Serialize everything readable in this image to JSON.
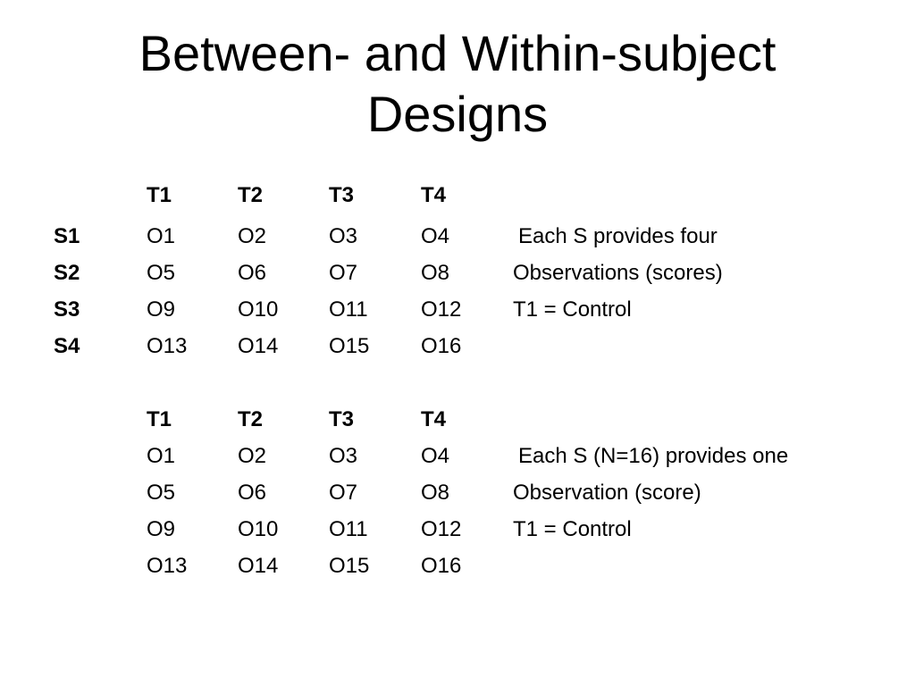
{
  "title": {
    "line1": "Between- and Within-subject",
    "line2": "Designs"
  },
  "within": {
    "headers": [
      "T1",
      "T2",
      "T3",
      "T4"
    ],
    "rows": [
      {
        "subject": "S1",
        "cells": [
          "O1",
          "O2",
          "O3",
          "O4"
        ],
        "note": "Each S provides four"
      },
      {
        "subject": "S2",
        "cells": [
          "O5",
          "O6",
          "O7",
          "O8"
        ],
        "note": "Observations (scores)"
      },
      {
        "subject": "S3",
        "cells": [
          "O9",
          "O10",
          "O11",
          "O12"
        ],
        "note": "T1 = Control"
      },
      {
        "subject": "S4",
        "cells": [
          "O13",
          "O14",
          "O15",
          "O16"
        ],
        "note": ""
      }
    ]
  },
  "between": {
    "headers": [
      "T1",
      "T2",
      "T3",
      "T4"
    ],
    "rows": [
      {
        "cells": [
          "O1",
          "O2",
          "O3",
          "O4"
        ],
        "note": "Each S (N=16) provides one"
      },
      {
        "cells": [
          "O5",
          "O6",
          "O7",
          "O8"
        ],
        "note": "Observation (score)"
      },
      {
        "cells": [
          "O9",
          "O10",
          "O11",
          "O12"
        ],
        "note": "T1 = Control"
      },
      {
        "cells": [
          "O13",
          "O14",
          "O15",
          "O16"
        ],
        "note": ""
      }
    ]
  }
}
